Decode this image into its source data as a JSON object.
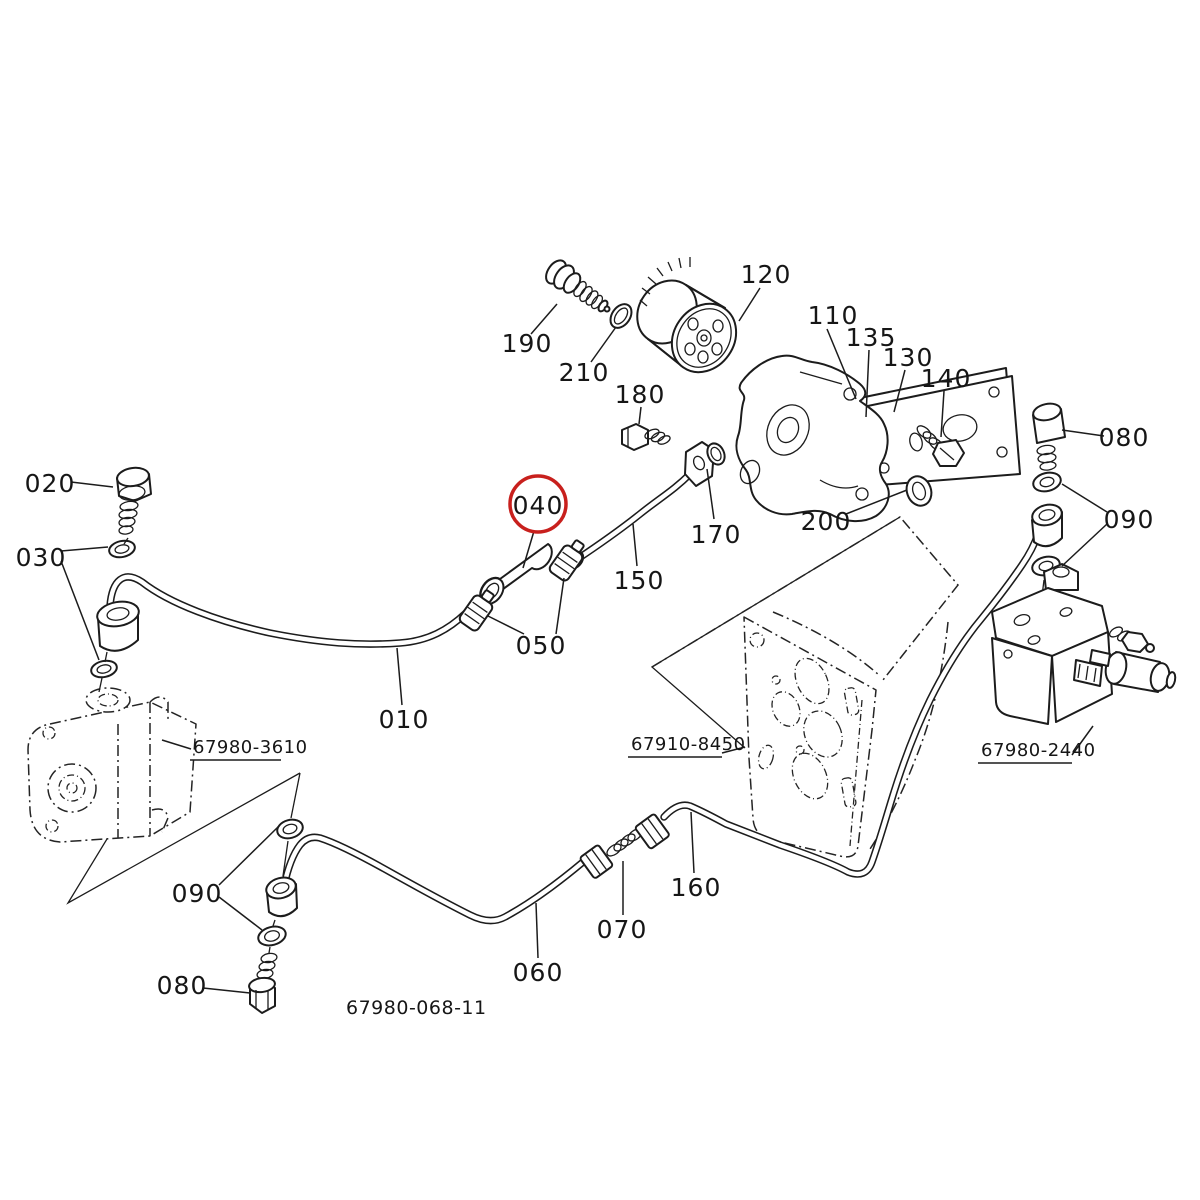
{
  "figure": {
    "figure_code": "67980-068-11",
    "highlight": {
      "part": "040",
      "color": "#c8201d"
    },
    "part_labels": {
      "p010": "010",
      "p020": "020",
      "p030": "030",
      "p040": "040",
      "p050": "050",
      "p060": "060",
      "p070": "070",
      "p080_right": "080",
      "p080_bottom": "080",
      "p090_right": "090",
      "p090_bottom": "090",
      "p110": "110",
      "p120": "120",
      "p130": "130",
      "p135": "135",
      "p140": "140",
      "p150": "150",
      "p160": "160",
      "p170": "170",
      "p180": "180",
      "p190": "190",
      "p200": "200",
      "p210": "210"
    },
    "assembly_codes": {
      "pump": "67980-3610",
      "engine_block": "67910-8450",
      "valve": "67980-2440"
    }
  }
}
